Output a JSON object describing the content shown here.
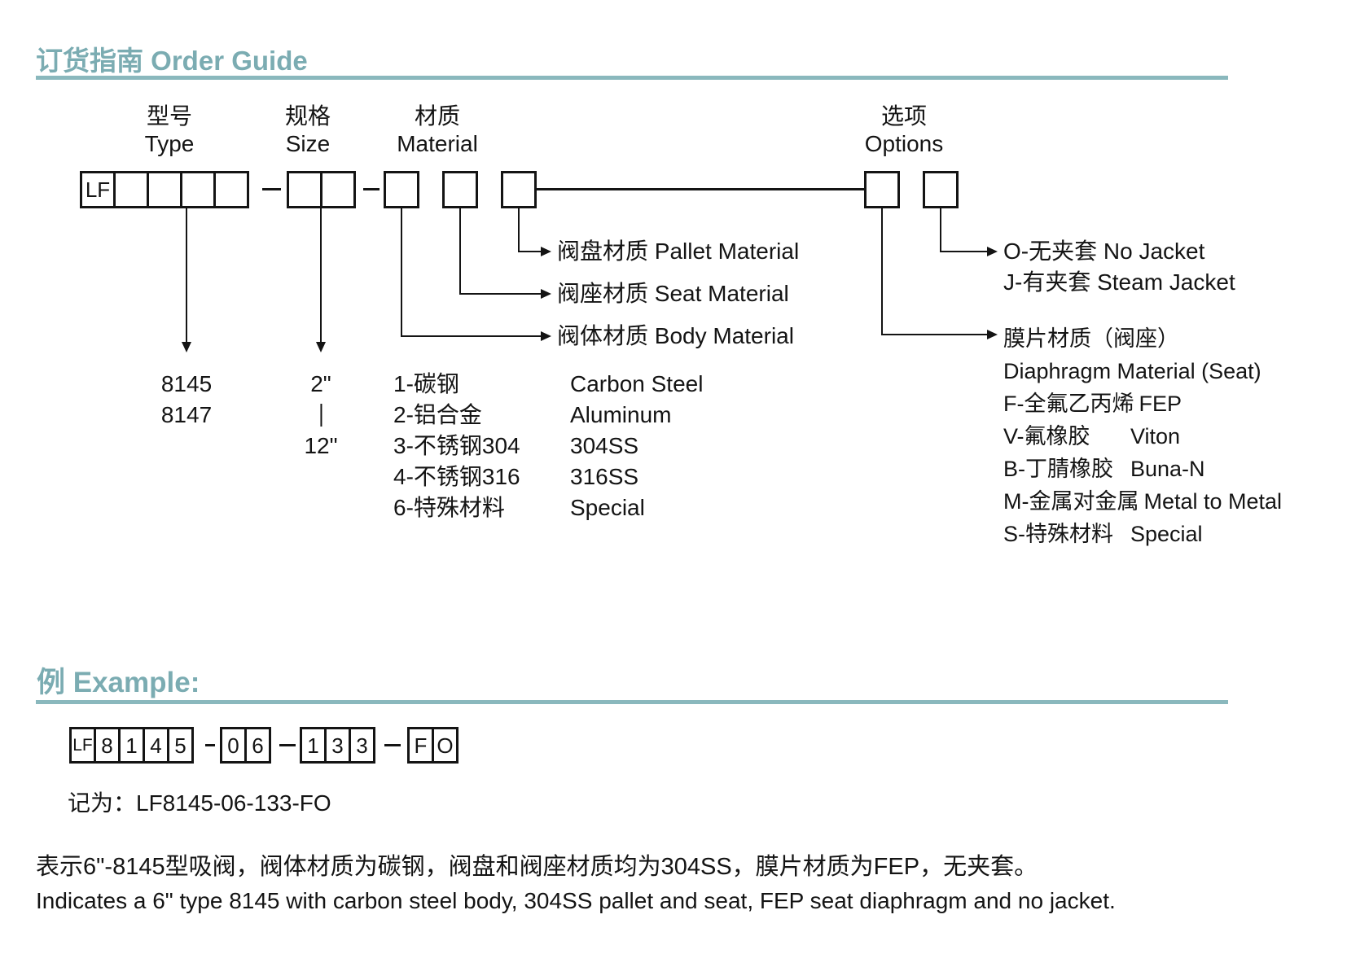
{
  "theme": {
    "accent": "#7bacb2",
    "rule": "#8ab8bd",
    "line": "#141414"
  },
  "page_title": {
    "cn": "订货指南",
    "en": "Order Guide",
    "full": "订货指南 Order Guide"
  },
  "guide": {
    "headers": {
      "type": {
        "cn": "型号",
        "en": "Type"
      },
      "size": {
        "cn": "规格",
        "en": "Size"
      },
      "material": {
        "cn": "材质",
        "en": "Material"
      },
      "options": {
        "cn": "选项",
        "en": "Options"
      }
    },
    "code_prefix": "LF",
    "types": [
      "8145",
      "8147"
    ],
    "size_range": {
      "from": "2\"",
      "to": "12\""
    },
    "materials": [
      {
        "code": "1-碳钢",
        "name": "Carbon Steel"
      },
      {
        "code": "2-铝合金",
        "name": "Aluminum"
      },
      {
        "code": "3-不锈钢304",
        "name": "304SS"
      },
      {
        "code": "4-不锈钢316",
        "name": "316SS"
      },
      {
        "code": "6-特殊材料",
        "name": "Special"
      }
    ],
    "material_labels": {
      "pallet": "阀盘材质 Pallet Material",
      "seat": "阀座材质 Seat Material",
      "body": "阀体材质 Body Material"
    },
    "jacket_options": [
      "O-无夹套 No Jacket",
      "J-有夹套 Steam Jacket"
    ],
    "diaphragm": {
      "title_cn": "膜片材质（阀座）",
      "title_en": "Diaphragm Material (Seat)",
      "options": [
        {
          "code": "F-全氟乙丙烯",
          "name": "FEP"
        },
        {
          "code": "V-氟橡胶",
          "name": "Viton"
        },
        {
          "code": "B-丁腈橡胶",
          "name": "Buna-N"
        },
        {
          "code": "M-金属对金属",
          "name": "Metal to Metal"
        },
        {
          "code": "S-特殊材料",
          "name": "Special"
        }
      ]
    }
  },
  "example": {
    "heading": "例 Example:",
    "code_groups": [
      [
        "LF",
        "8",
        "1",
        "4",
        "5"
      ],
      [
        "0",
        "6"
      ],
      [
        "1",
        "3",
        "3"
      ],
      [
        "F",
        "O"
      ]
    ],
    "noted_as": "记为：LF8145-06-133-FO",
    "desc_cn": "表示6\"-8145型吸阀，阀体材质为碳钢，阀盘和阀座材质均为304SS，膜片材质为FEP，无夹套。",
    "desc_en": "Indicates a 6\" type 8145 with carbon steel body, 304SS pallet and seat, FEP seat diaphragm and no jacket."
  }
}
